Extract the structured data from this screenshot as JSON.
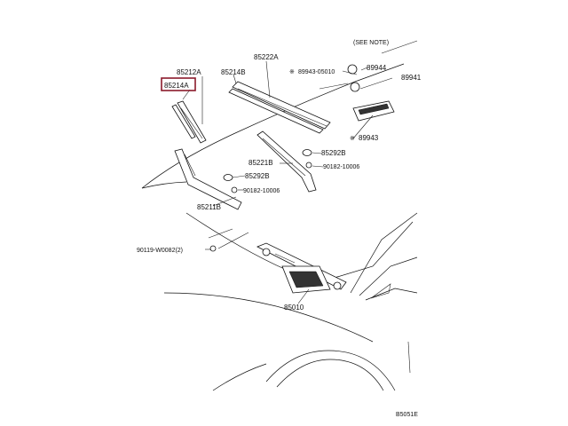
{
  "diagram": {
    "highlight_color": "#8b1a2b",
    "footer_code": "B5051E",
    "labels": {
      "p85212A": "85212A",
      "p85214A": "85214A",
      "p85214B": "85214B",
      "p85222A": "85222A",
      "p89943_05010": "89943-05010",
      "p89944": "89944",
      "p89941": "89941",
      "p89943": "89943",
      "p85292B_top": "85292B",
      "p85221B": "85221B",
      "p90182_10006_right": "90182-10006",
      "p85292B": "85292B",
      "p90182_10006_left": "90182-10006",
      "p85211B": "85211B",
      "p90119_W0082": "90119-W0082(2)",
      "p85010": "85010",
      "top_ref": "(SEE NOTE)"
    }
  }
}
